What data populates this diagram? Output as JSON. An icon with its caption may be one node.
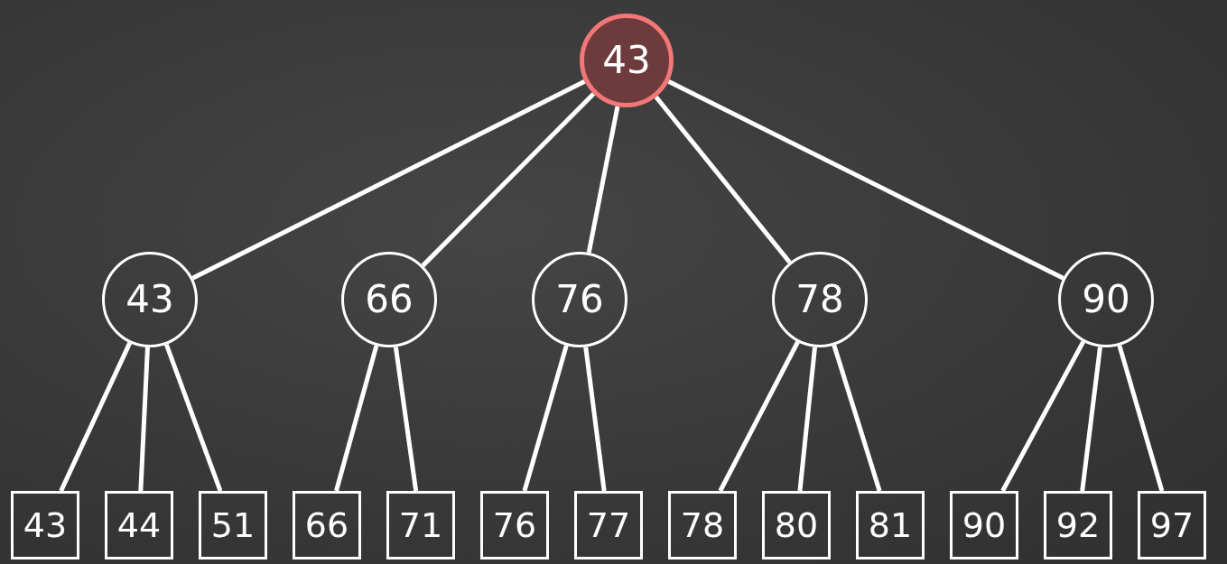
{
  "diagram": {
    "nodes": [
      {
        "text": [
          "43"
        ]
      },
      {
        "text": [
          "43"
        ]
      },
      {
        "text": [
          "66"
        ]
      },
      {
        "text": [
          "76"
        ]
      },
      {
        "text": [
          "78"
        ]
      },
      {
        "text": [
          "90"
        ]
      },
      {
        "text": [
          "43"
        ]
      },
      {
        "text": [
          "44"
        ]
      },
      {
        "text": [
          "51"
        ]
      },
      {
        "text": [
          "66"
        ]
      },
      {
        "text": [
          "71"
        ]
      },
      {
        "text": [
          "76"
        ]
      },
      {
        "text": [
          "77"
        ]
      },
      {
        "text": [
          "78"
        ]
      },
      {
        "text": [
          "80"
        ]
      },
      {
        "text": [
          "81"
        ]
      },
      {
        "text": [
          "90"
        ]
      },
      {
        "text": [
          "92"
        ]
      },
      {
        "text": [
          "97"
        ]
      }
    ],
    "edges": [
      {
        "from": 0,
        "to": 1,
        "arrow": "none"
      },
      {
        "from": 0,
        "to": 2,
        "arrow": "none"
      },
      {
        "from": 0,
        "to": 3,
        "arrow": "none"
      },
      {
        "from": 0,
        "to": 4,
        "arrow": "none"
      },
      {
        "from": 0,
        "to": 5,
        "arrow": "none"
      },
      {
        "from": 1,
        "to": 6,
        "arrow": "none"
      },
      {
        "from": 1,
        "to": 7,
        "arrow": "none"
      },
      {
        "from": 1,
        "to": 8,
        "arrow": "none"
      },
      {
        "from": 2,
        "to": 9,
        "arrow": "none"
      },
      {
        "from": 2,
        "to": 10,
        "arrow": "none"
      },
      {
        "from": 3,
        "to": 11,
        "arrow": "none"
      },
      {
        "from": 3,
        "to": 12,
        "arrow": "none"
      },
      {
        "from": 4,
        "to": 13,
        "arrow": "none"
      },
      {
        "from": 4,
        "to": 14,
        "arrow": "none"
      },
      {
        "from": 4,
        "to": 15,
        "arrow": "none"
      },
      {
        "from": 5,
        "to": 16,
        "arrow": "none"
      },
      {
        "from": 5,
        "to": 17,
        "arrow": "none"
      },
      {
        "from": 5,
        "to": 18,
        "arrow": "none"
      }
    ]
  }
}
